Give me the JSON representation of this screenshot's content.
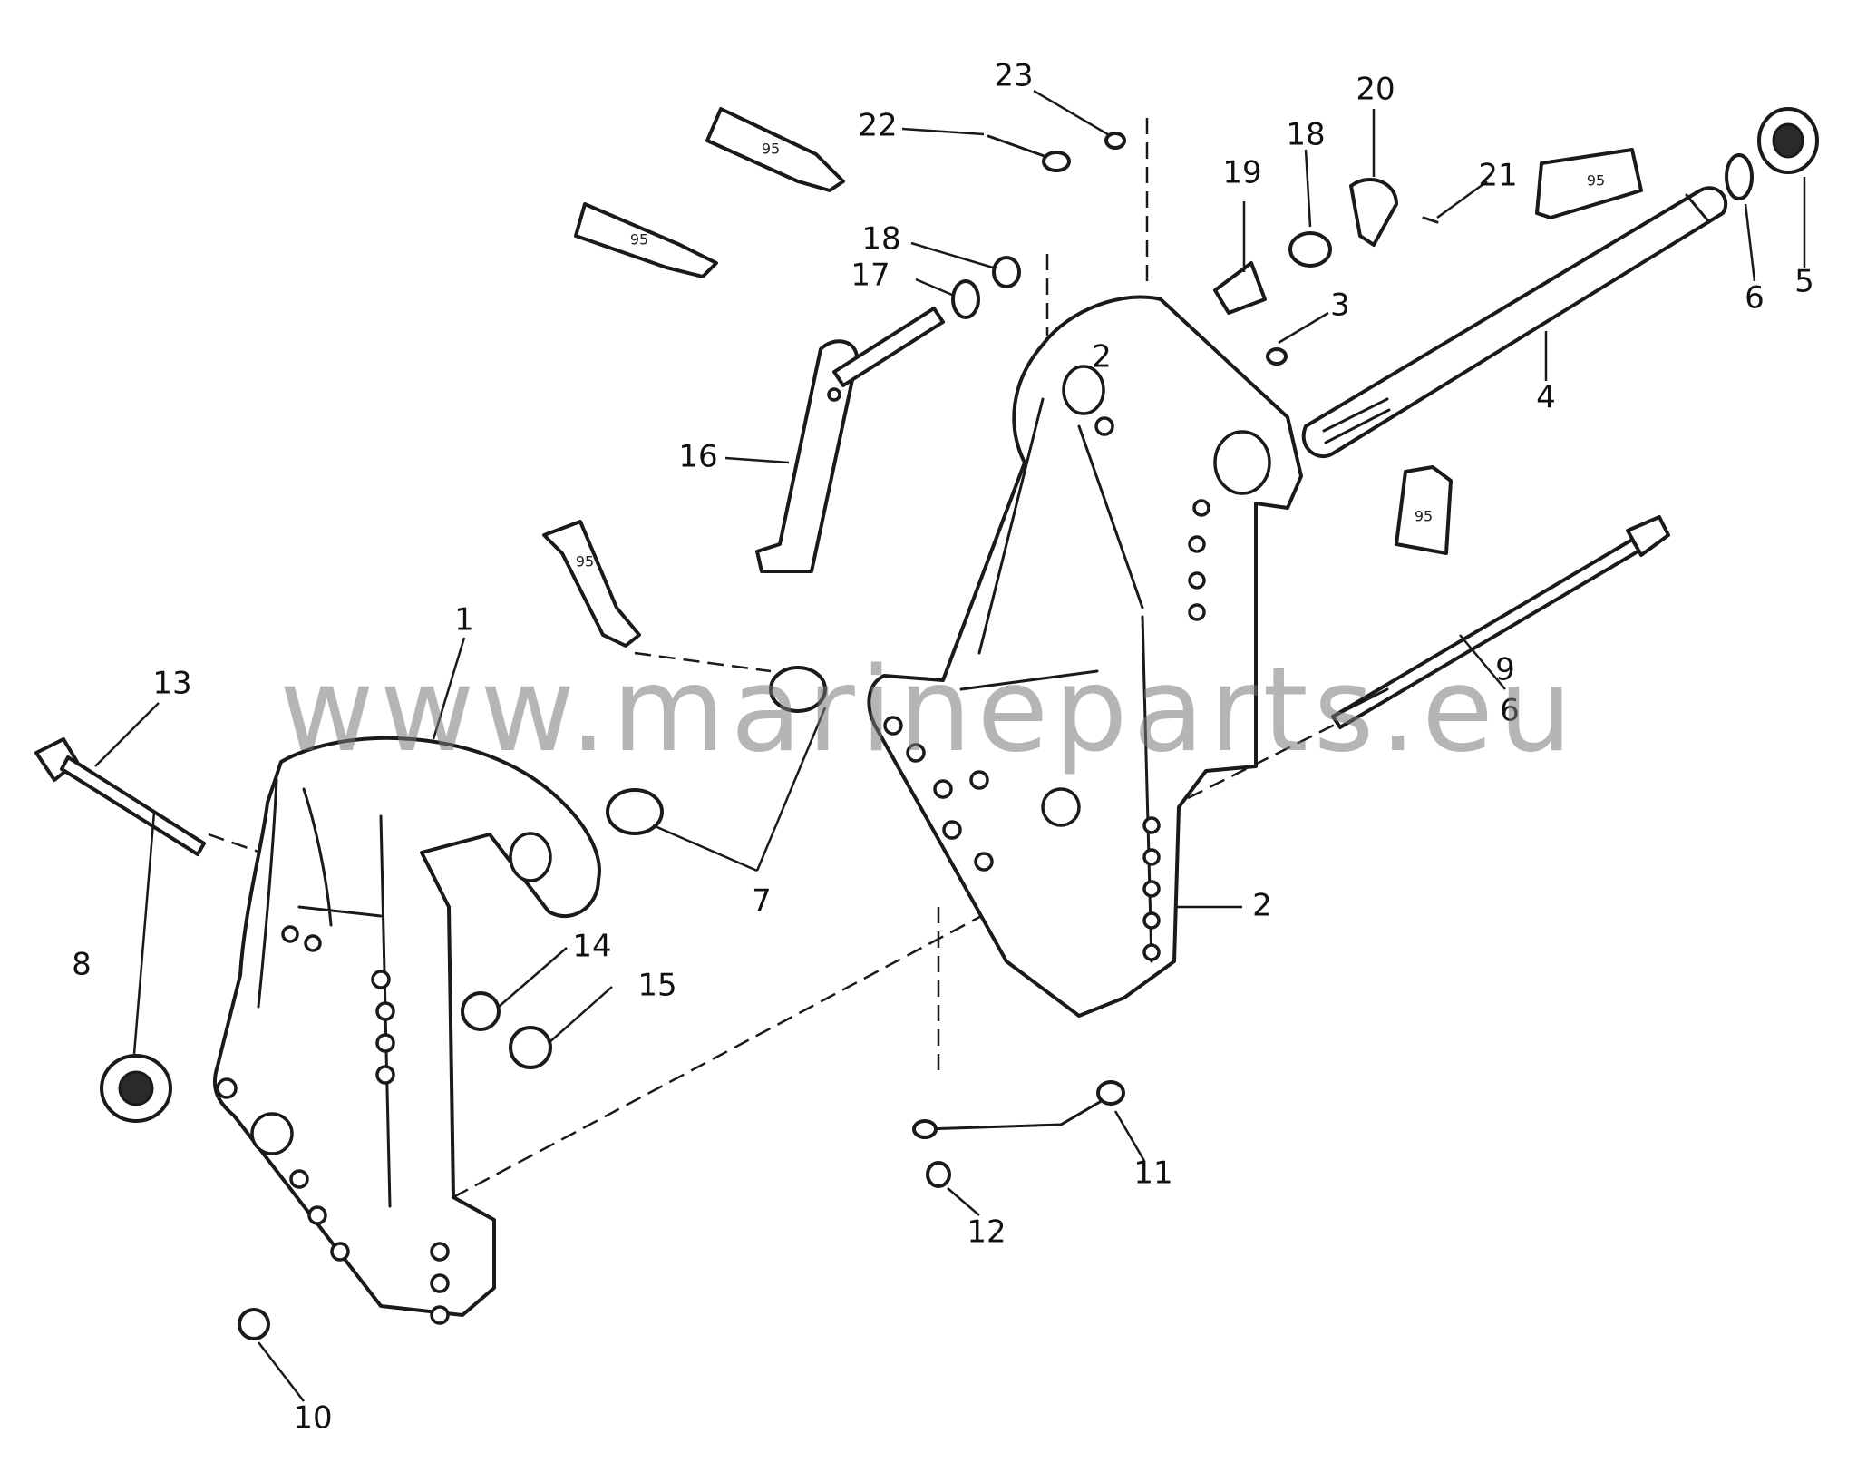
{
  "watermark": "www.marineparts.eu",
  "tube_label": "95",
  "callouts": [
    "1",
    "2",
    "2",
    "3",
    "4",
    "5",
    "6",
    "6",
    "7",
    "8",
    "9",
    "10",
    "11",
    "12",
    "13",
    "14",
    "15",
    "16",
    "17",
    "18",
    "18",
    "19",
    "20",
    "21",
    "22",
    "23"
  ]
}
